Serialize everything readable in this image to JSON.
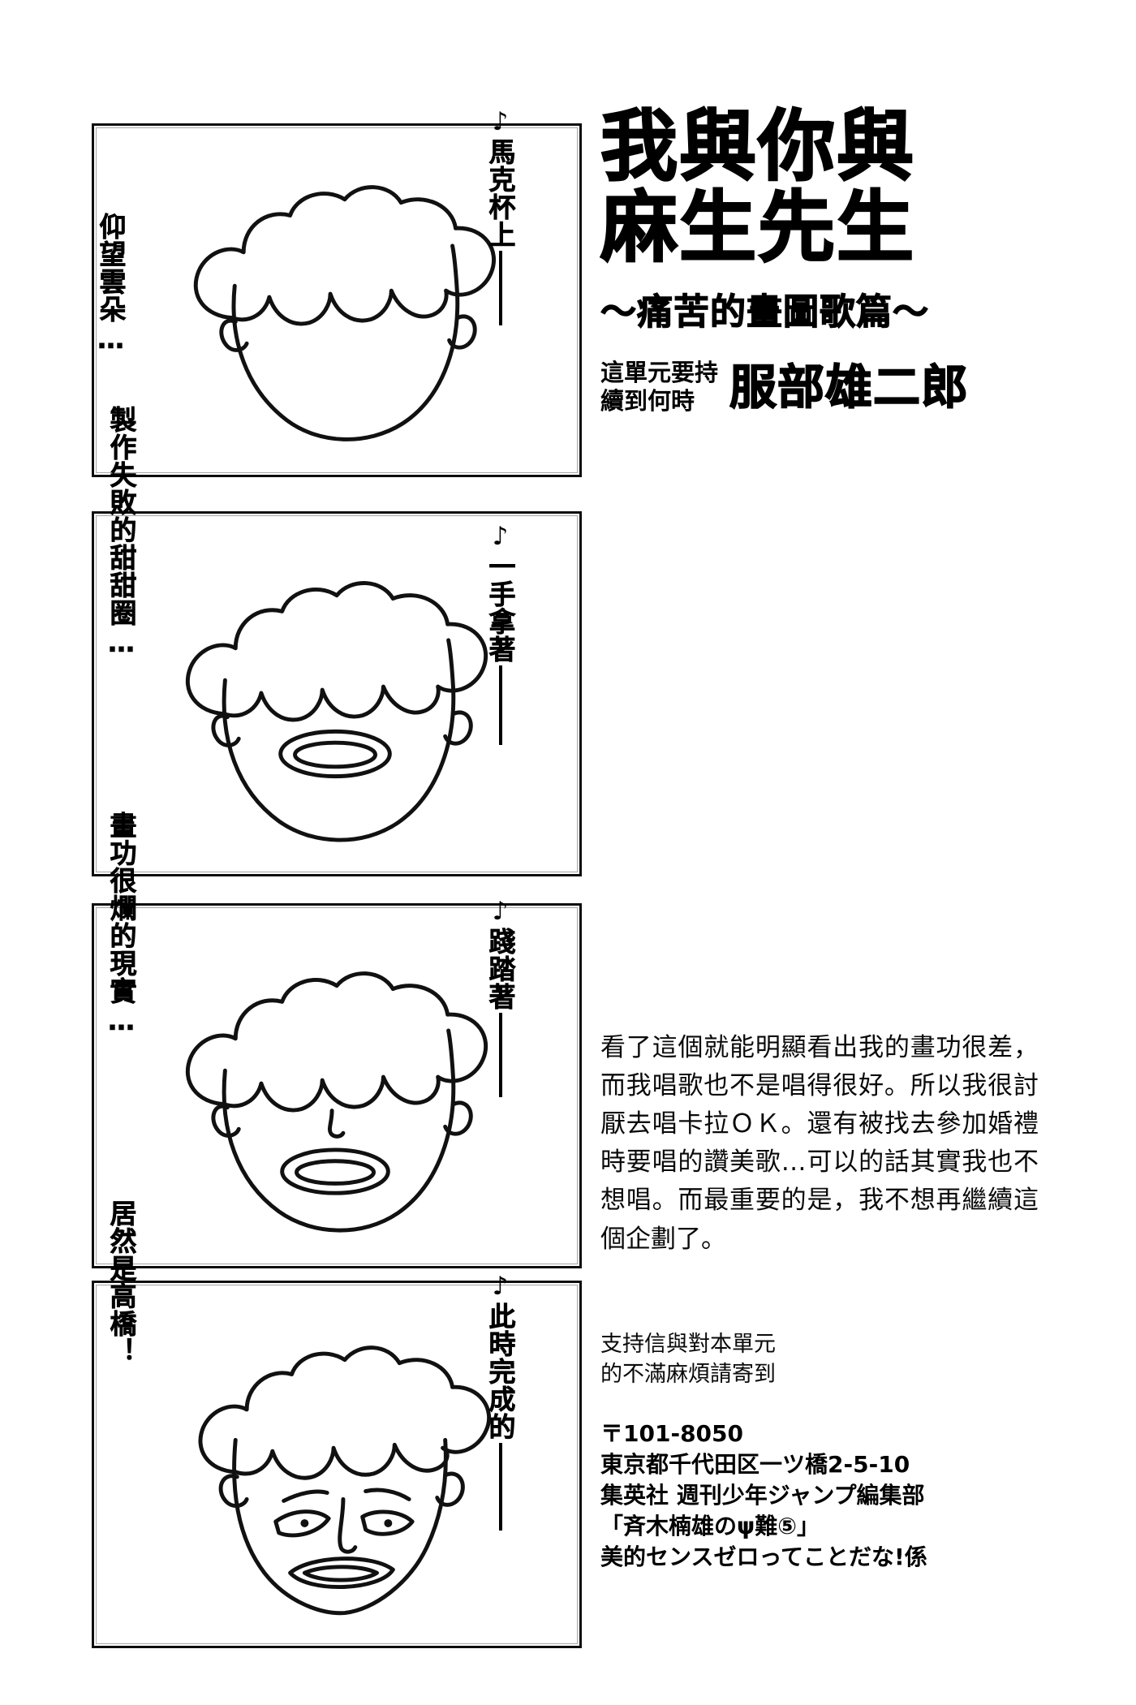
{
  "title": {
    "line1": "我與你與",
    "line2": "麻生先生",
    "subtitle": "～痛苦的畫圖歌篇～",
    "byline_note": "這單元要持\n續到何時",
    "author": "服部雄二郎"
  },
  "panels": [
    {
      "id": "panel-1",
      "left_caption": "仰望雲朵…",
      "note_icon": "music-note",
      "note_glyph": "♪",
      "right_caption": "馬克杯上",
      "art": "head-with-cloud-hair-no-face"
    },
    {
      "id": "panel-2",
      "left_caption": "製作失敗的甜甜圈…",
      "note_icon": "music-note",
      "note_glyph": "♪",
      "right_caption": "一手拿著",
      "art": "head-with-cloud-hair-and-mouth"
    },
    {
      "id": "panel-3",
      "left_caption": "畫功很爛的現實…",
      "note_icon": "music-note",
      "note_glyph": "♪",
      "right_caption": "踐踏著",
      "art": "head-with-cloud-hair-nose-and-mouth"
    },
    {
      "id": "panel-4",
      "left_caption": "居然是高橋！",
      "note_icon": "music-note",
      "note_glyph": "♪",
      "right_caption": "此時完成的",
      "art": "complete-face-takahashi"
    }
  ],
  "body": {
    "paragraph": "看了這個就能明顯看出我的畫功很差，而我唱歌也不是唱得很好。所以我很討厭去唱卡拉ＯＫ。還有被找去參加婚禮時要唱的讚美歌…可以的話其實我也不想唱。而最重要的是，我不想再繼續這個企劃了。"
  },
  "mail": {
    "intro": "支持信與對本單元\n的不滿麻煩請寄到",
    "address": "〒101-8050\n東京都千代田区一ツ橋2-5-10\n集英社 週刊少年ジャンプ編集部\n「斉木楠雄のψ難⑤」\n美的センスゼロってことだな!係"
  },
  "colors": {
    "ink": "#000000",
    "paper": "#ffffff"
  }
}
